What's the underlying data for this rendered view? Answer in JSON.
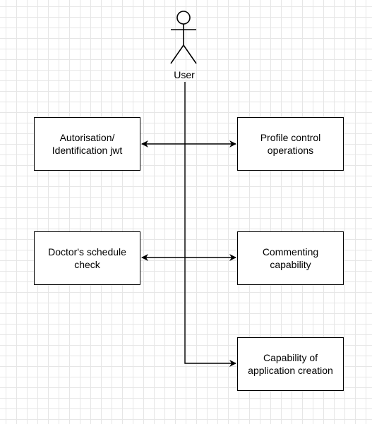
{
  "diagram": {
    "actor": {
      "label": "User"
    },
    "boxes": {
      "auth": "Autorisation/\nIdentification jwt",
      "profile": "Profile control\noperations",
      "schedule": "Doctor's schedule\ncheck",
      "commenting": "Commenting\ncapability",
      "application": "Capability of\napplication creation"
    },
    "connections": [
      {
        "from": "auth",
        "to": "profile",
        "style": "bidirectional-arrow"
      },
      {
        "from": "schedule",
        "to": "commenting",
        "style": "bidirectional-arrow"
      },
      {
        "from": "user",
        "to": "application",
        "style": "arrow"
      }
    ],
    "colors": {
      "stroke": "#000000",
      "grid": "#e6e6e6",
      "background": "#ffffff"
    }
  }
}
